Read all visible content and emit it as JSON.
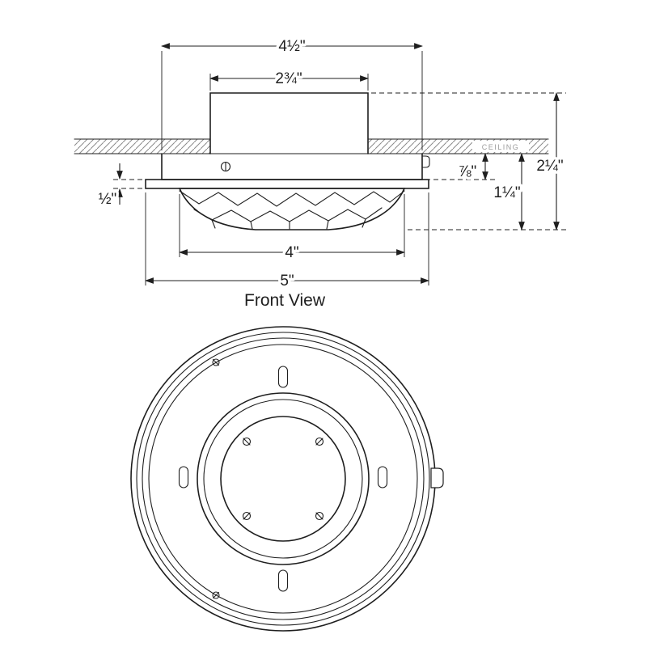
{
  "front_view": {
    "label": "Front View",
    "ceiling": "CEILING",
    "dimensions": {
      "canopy_width": "4½\"",
      "stem_width": "2¾\"",
      "overall_height": "2¼\"",
      "drop_height": "1¼\"",
      "canopy_height": "⅞\"",
      "lip_height": "½\"",
      "glass_width": "4\"",
      "overall_width": "5\""
    }
  },
  "bottom_view": {
    "features": {
      "mounting_slots": 4,
      "inner_screws": 4,
      "side_tab": 1
    }
  },
  "colors": {
    "line": "#1f1f1f",
    "hatch": "#8a8a8a",
    "ceiling_text": "#9c9c9c",
    "background": "#ffffff"
  }
}
